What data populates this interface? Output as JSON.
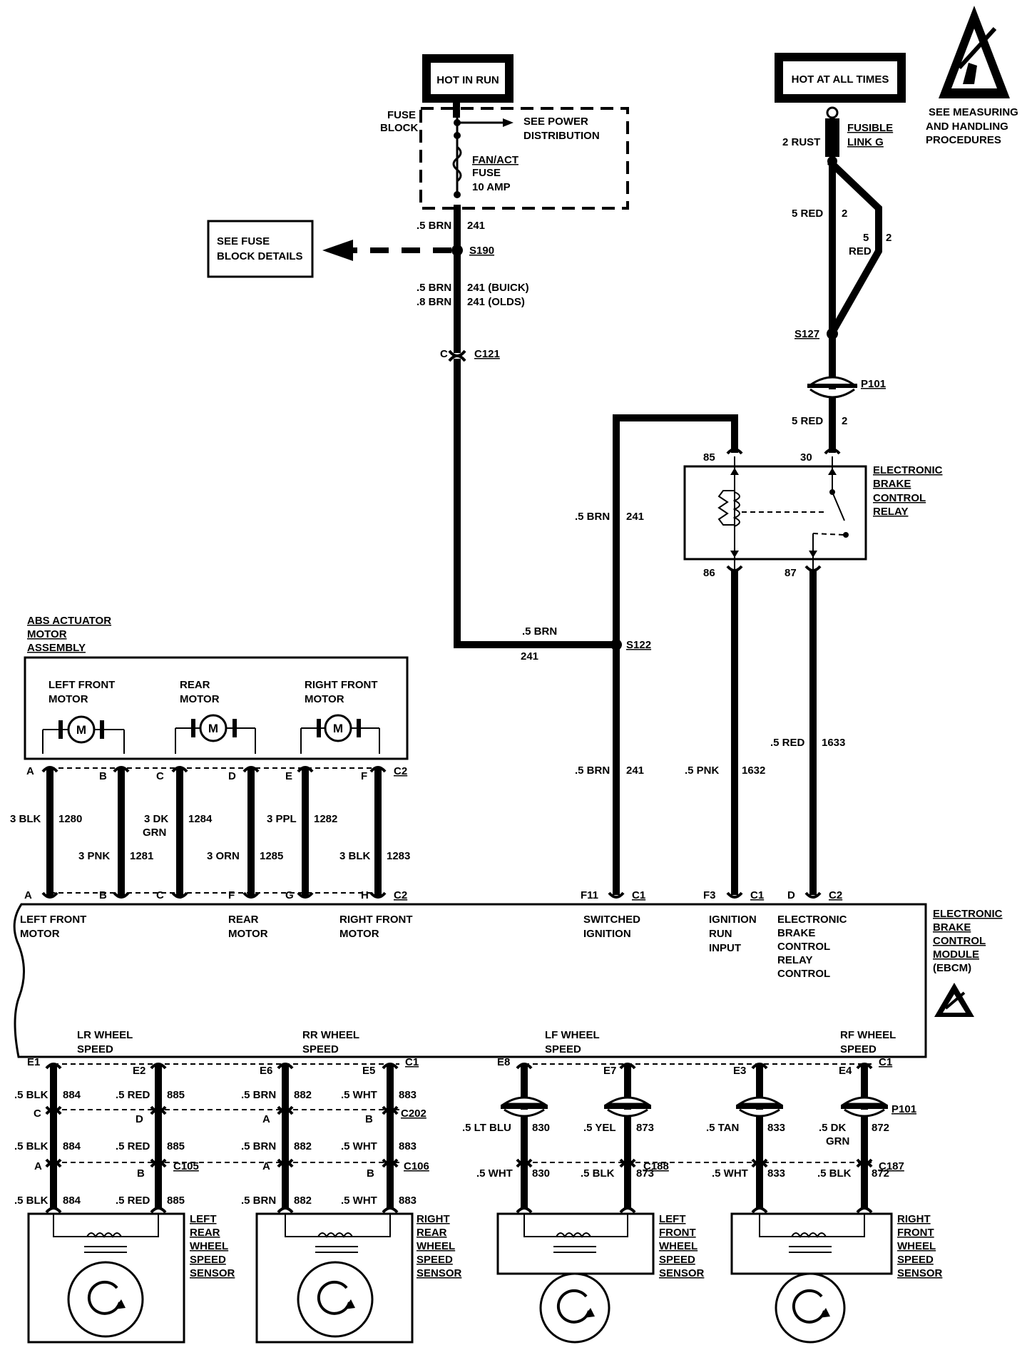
{
  "power": {
    "hot_in_run": "HOT IN RUN",
    "hot_at_all_times": "HOT AT ALL TIMES",
    "esd_note": [
      "SEE MEASURING",
      "AND HANDLING",
      "PROCEDURES"
    ]
  },
  "fuse_block": {
    "label": [
      "FUSE",
      "BLOCK"
    ],
    "see_power": [
      "SEE POWER",
      "DISTRIBUTION"
    ],
    "fuse": [
      "FAN/ACT",
      "FUSE",
      "10 AMP"
    ],
    "details_box": [
      "SEE FUSE",
      "BLOCK DETAILS"
    ]
  },
  "fusible_link": {
    "wire": "2 RUST",
    "label": [
      "FUSIBLE",
      "LINK G"
    ]
  },
  "splices": {
    "s190": "S190",
    "s122": "S122",
    "s127": "S127"
  },
  "connectors": {
    "c121": "C121",
    "c121_pin": "C",
    "p101": "P101",
    "c1": "C1",
    "c2": "C2"
  },
  "wires": {
    "w241_top": [
      ".5 BRN",
      "241"
    ],
    "w241_buick": [
      ".5 BRN",
      "241 (BUICK)"
    ],
    "w241_olds": [
      ".8 BRN",
      "241 (OLDS)"
    ],
    "w241_mid": [
      ".5 BRN",
      "241"
    ],
    "w241_join": [
      ".5 BRN",
      "241"
    ],
    "w241_low": [
      ".5 BRN",
      "241"
    ],
    "w2_a": [
      "5 RED",
      "2"
    ],
    "w2_b": [
      "5",
      "RED",
      "2"
    ],
    "w2_c": [
      "5 RED",
      "2"
    ],
    "w1632": [
      ".5 PNK",
      "1632"
    ],
    "w1633": [
      ".5 RED",
      "1633"
    ]
  },
  "relay": {
    "label": [
      "ELECTRONIC",
      "BRAKE",
      "CONTROL",
      "RELAY"
    ],
    "pins": [
      "85",
      "30",
      "86",
      "87"
    ]
  },
  "actuator": {
    "label": [
      "ABS ACTUATOR",
      "MOTOR",
      "ASSEMBLY"
    ],
    "motors": [
      [
        "LEFT FRONT",
        "MOTOR"
      ],
      [
        "REAR",
        "MOTOR"
      ],
      [
        "RIGHT FRONT",
        "MOTOR"
      ]
    ],
    "motor_symbol": "M",
    "top_pins": [
      "A",
      "B",
      "C",
      "D",
      "E",
      "F"
    ],
    "bottom_pins": [
      "A",
      "B",
      "C",
      "F",
      "G",
      "H"
    ],
    "wires": [
      [
        "3 BLK",
        "1280"
      ],
      [
        "3 PNK",
        "1281"
      ],
      [
        "3 DK",
        "GRN",
        "1284"
      ],
      [
        "3 ORN",
        "1285"
      ],
      [
        "3 PPL",
        "1282"
      ],
      [
        "3 BLK",
        "1283"
      ]
    ]
  },
  "ebcm": {
    "label": [
      "ELECTRONIC",
      "BRAKE",
      "CONTROL",
      "MODULE",
      "(EBCM)"
    ],
    "top_terms": [
      [
        "LEFT FRONT",
        "MOTOR"
      ],
      [
        "REAR",
        "MOTOR"
      ],
      [
        "RIGHT FRONT",
        "MOTOR"
      ],
      [
        "SWITCHED",
        "IGNITION"
      ],
      [
        "IGNITION",
        "RUN",
        "INPUT"
      ],
      [
        "ELECTRONIC",
        "BRAKE",
        "CONTROL",
        "RELAY",
        "CONTROL"
      ]
    ],
    "top_pins": [
      "F11",
      "F3",
      "D"
    ],
    "bottom_terms": [
      [
        "LR WHEEL",
        "SPEED"
      ],
      [
        "RR WHEEL",
        "SPEED"
      ],
      [
        "LF WHEEL",
        "SPEED"
      ],
      [
        "RF WHEEL",
        "SPEED"
      ]
    ]
  },
  "sensors": {
    "lr": {
      "label": [
        "LEFT",
        "REAR",
        "WHEEL",
        "SPEED",
        "SENSOR"
      ],
      "pins_top": [
        "E1",
        "E2"
      ],
      "conn_a": "C",
      "conn_b": "D",
      "conn2": "C105",
      "conn3_pins": [
        "A",
        "B"
      ],
      "w1": [
        ".5 BLK",
        "884"
      ],
      "w2": [
        ".5 RED",
        "885"
      ]
    },
    "rr": {
      "label": [
        "RIGHT",
        "REAR",
        "WHEEL",
        "SPEED",
        "SENSOR"
      ],
      "pins_top": [
        "E6",
        "E5"
      ],
      "conn1": "C202",
      "conn2": "C106",
      "w1": [
        ".5 BRN",
        "882"
      ],
      "w2": [
        ".5 WHT",
        "883"
      ]
    },
    "lf": {
      "label": [
        "LEFT",
        "FRONT",
        "WHEEL",
        "SPEED",
        "SENSOR"
      ],
      "pins_top": [
        "E8",
        "E7"
      ],
      "conn2": "C188",
      "w1a": [
        ".5 LT BLU",
        "830"
      ],
      "w2a": [
        ".5 YEL",
        "873"
      ],
      "w1b": [
        ".5 WHT",
        "830"
      ],
      "w2b": [
        ".5 BLK",
        "873"
      ]
    },
    "rf": {
      "label": [
        "RIGHT",
        "FRONT",
        "WHEEL",
        "SPEED",
        "SENSOR"
      ],
      "pins_top": [
        "E3",
        "E4"
      ],
      "conn2": "C187",
      "w1a": [
        ".5 TAN",
        "833"
      ],
      "w2a": [
        ".5 DK",
        "GRN",
        "872"
      ],
      "w1b": [
        ".5 WHT",
        "833"
      ],
      "w2b": [
        ".5 BLK",
        "872"
      ]
    }
  }
}
